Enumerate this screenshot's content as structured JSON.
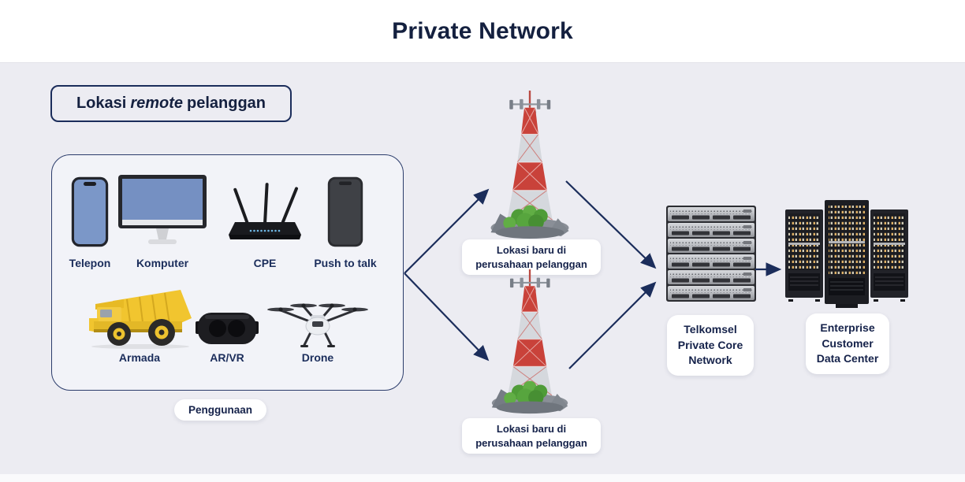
{
  "header": {
    "title": "Private Network"
  },
  "legend_box": {
    "prefix": "Lokasi",
    "italic": "remote",
    "suffix": "pelanggan"
  },
  "device_panel": {
    "caption": "Penggunaan",
    "devices": [
      {
        "label": "Telepon",
        "icon": "smartphone-icon"
      },
      {
        "label": "Komputer",
        "icon": "desktop-monitor-icon"
      },
      {
        "label": "CPE",
        "icon": "wifi-router-icon"
      },
      {
        "label": "Push to talk",
        "icon": "ptt-phone-icon"
      },
      {
        "label": "Armada",
        "icon": "dump-truck-icon"
      },
      {
        "label": "AR/VR",
        "icon": "vr-headset-icon"
      },
      {
        "label": "Drone",
        "icon": "drone-icon"
      }
    ]
  },
  "sites": {
    "tower1_label": "Lokasi baru di perusahaan pelanggan",
    "tower2_label": "Lokasi baru di perusahaan pelanggan"
  },
  "core": {
    "label": "Telkomsel Private Core Network"
  },
  "datacenter": {
    "label": "Enterprise Customer Data Center"
  },
  "colors": {
    "background": "#ececf2",
    "header_bg": "#ffffff",
    "navy_text": "#14203f",
    "arrow_navy": "#1b2d5b",
    "panel_bg": "#f2f3f8",
    "tower_red": "#c9423a",
    "tower_grey": "#d5d8dd",
    "truck_yellow": "#f1c52f",
    "screen_blue": "#7b97c8",
    "led_amber": "#dfb166"
  }
}
